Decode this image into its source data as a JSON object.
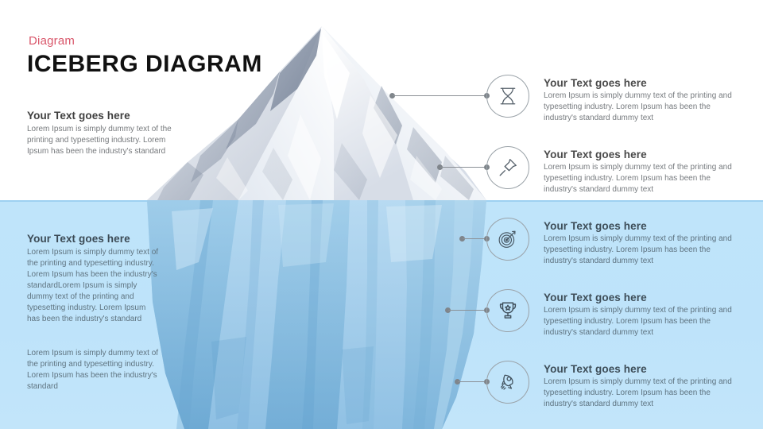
{
  "header": {
    "kicker": "Diagram",
    "title": "ICEBERG  DIAGRAM",
    "kicker_color": "#d9566a",
    "title_color": "#111111"
  },
  "theme": {
    "water_color": "#bee3fa",
    "sky_color": "#ffffff",
    "ice_above_color": "#eef2f7",
    "ice_below_color": "#8fc0e3",
    "connector_color": "#8b9096",
    "icon_stroke": "#55606a"
  },
  "left_blocks": [
    {
      "id": "above-water",
      "heading": "Your Text goes here",
      "body": "Lorem Ipsum is simply dummy text of the printing and typesetting industry. Lorem Ipsum has been the industry's standard"
    },
    {
      "id": "below-water-1",
      "heading": "Your Text goes here",
      "body": "Lorem Ipsum is simply dummy text of the printing and typesetting industry. Lorem Ipsum has been the industry's standardLorem Ipsum is simply dummy text of the printing and typesetting industry. Lorem Ipsum has been the industry's standard"
    },
    {
      "id": "below-water-2",
      "heading": "",
      "body": "Lorem Ipsum is simply dummy text of the printing and typesetting industry. Lorem Ipsum has been the industry's standard"
    }
  ],
  "callouts": [
    {
      "icon": "hourglass-icon",
      "heading": "Your Text goes here",
      "body": "Lorem Ipsum is simply dummy text of the printing and typesetting industry. Lorem Ipsum has been the industry's standard dummy text",
      "zone": "above-water"
    },
    {
      "icon": "pushpin-icon",
      "heading": "Your Text goes here",
      "body": "Lorem Ipsum is simply dummy text of the printing and typesetting industry. Lorem Ipsum has been the industry's standard dummy text",
      "zone": "above-water"
    },
    {
      "icon": "target-dart-icon",
      "heading": "Your Text goes here",
      "body": "Lorem Ipsum is simply dummy text of the printing and typesetting industry. Lorem Ipsum has been the industry's standard dummy text",
      "zone": "below-water"
    },
    {
      "icon": "trophy-icon",
      "heading": "Your Text goes here",
      "body": "Lorem Ipsum is simply dummy text of the printing and typesetting industry. Lorem Ipsum has been the industry's standard dummy text",
      "zone": "below-water"
    },
    {
      "icon": "rocket-icon",
      "heading": "Your Text goes here",
      "body": "Lorem Ipsum is simply dummy text of the printing and typesetting industry. Lorem Ipsum has been the industry's standard dummy text",
      "zone": "below-water"
    }
  ]
}
